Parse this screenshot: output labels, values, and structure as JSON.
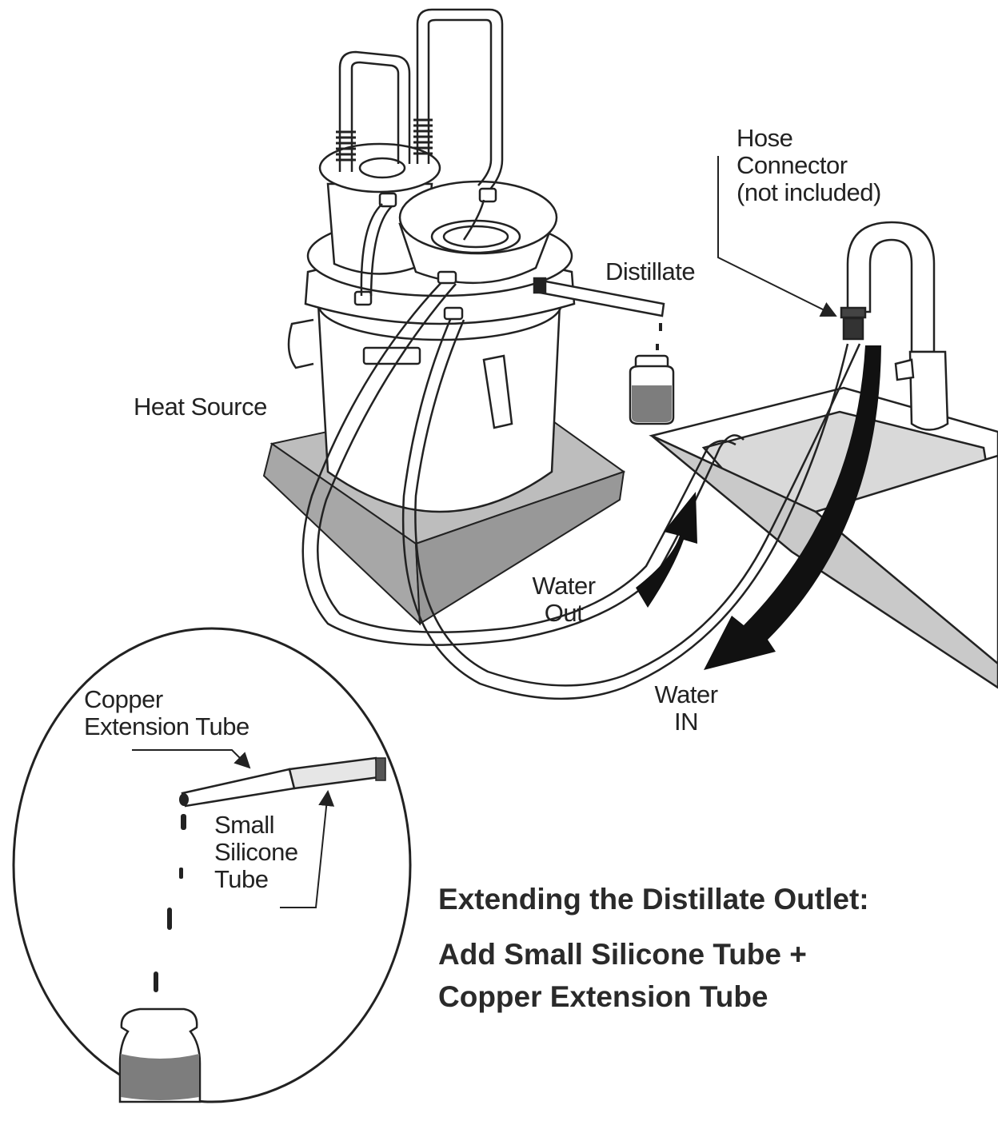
{
  "labels": {
    "hose_connector": [
      "Hose",
      "Connector",
      "(not included)"
    ],
    "distillate": "Distillate",
    "heat_source": "Heat Source",
    "water_out": [
      "Water",
      "Out"
    ],
    "water_in": [
      "Water",
      "IN"
    ],
    "copper_extension_tube": [
      "Copper",
      "Extension Tube"
    ],
    "small_silicone_tube": [
      "Small",
      "Silicone",
      "Tube"
    ]
  },
  "heading": {
    "line1": "Extending the Distillate Outlet:",
    "line2": "Add Small Silicone Tube +",
    "line3": "Copper Extension Tube"
  },
  "colors": {
    "ink": "#222222",
    "liquid": "#7d7d7d",
    "plate": "#b9b9b9"
  }
}
